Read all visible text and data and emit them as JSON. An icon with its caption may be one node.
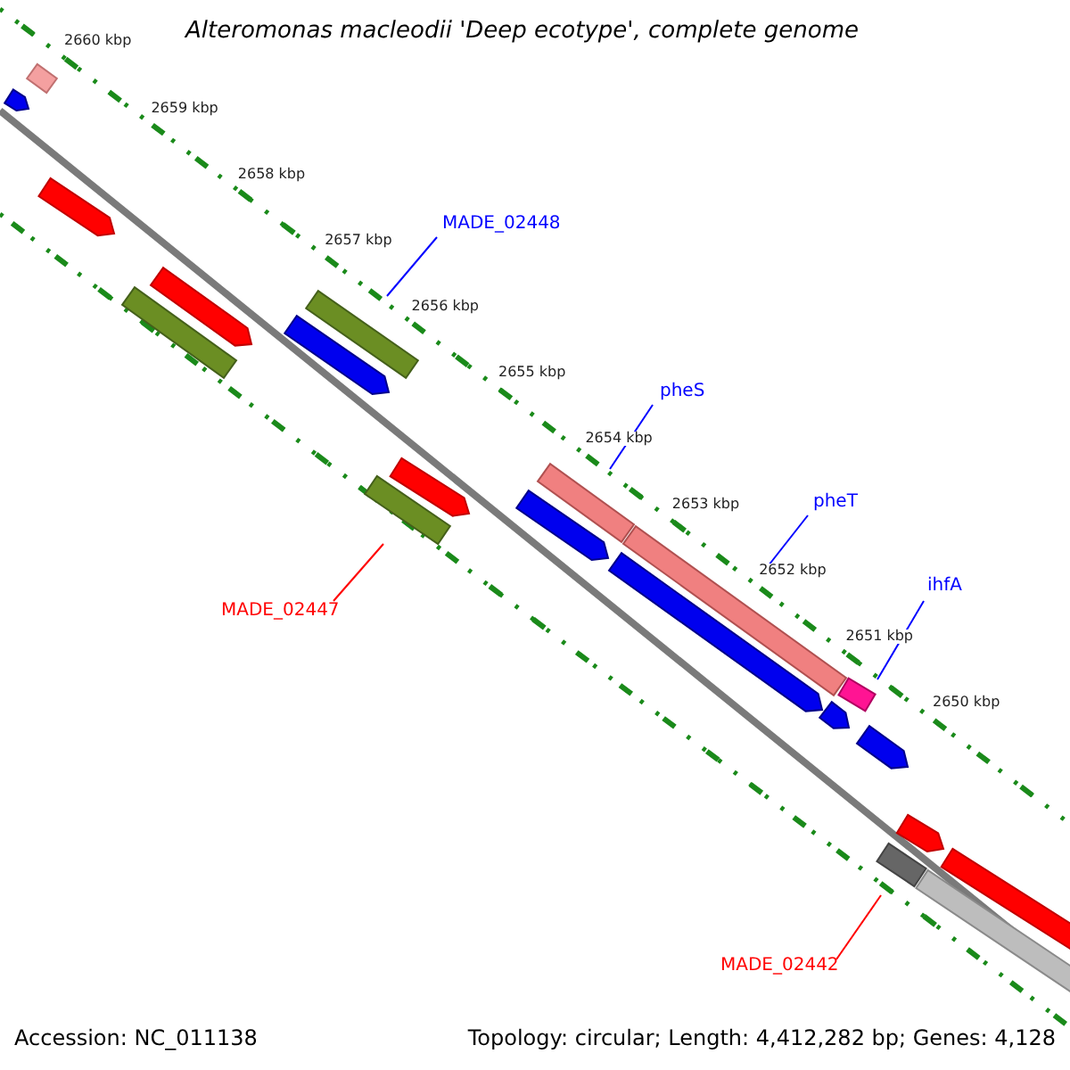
{
  "diagram": {
    "title": "Alteromonas macleodii 'Deep ecotype', complete genome",
    "nodes": [
      {
        "text": [
          "MADE_02448"
        ]
      },
      {
        "text": [],
        "shape": "bar"
      },
      {
        "text": [
          "pheS"
        ]
      },
      {
        "text": [],
        "shape": "bar"
      },
      {
        "text": [
          "pheT"
        ]
      },
      {
        "text": [],
        "shape": "bar"
      },
      {
        "text": [
          "ihfA"
        ]
      },
      {
        "text": [],
        "shape": "bar"
      },
      {
        "text": [
          "MADE_02447"
        ]
      },
      {
        "text": [],
        "shape": "bar"
      },
      {
        "text": [
          "MADE_02442"
        ]
      },
      {
        "text": [],
        "shape": "bar"
      },
      {
        "text": [],
        "shape": "bar"
      },
      {
        "text": [],
        "shape": "bar"
      },
      {
        "text": [],
        "shape": "bar"
      },
      {
        "text": [],
        "shape": "bar"
      },
      {
        "text": [],
        "shape": "bar"
      },
      {
        "text": [],
        "shape": "bar"
      },
      {
        "text": [],
        "shape": "bar"
      },
      {
        "text": [],
        "shape": "bar"
      },
      {
        "text": [],
        "shape": "bar"
      },
      {
        "text": [],
        "shape": "bar"
      },
      {
        "text": [],
        "shape": "bar"
      },
      {
        "text": [],
        "shape": "bar"
      },
      {
        "text": [],
        "shape": "bar"
      },
      {
        "text": [],
        "shape": "bar"
      }
    ],
    "edges": [
      {
        "from": 0,
        "to": 1,
        "arrow": "none"
      },
      {
        "from": 2,
        "to": 3,
        "arrow": "none"
      },
      {
        "from": 4,
        "to": 5,
        "arrow": "none"
      },
      {
        "from": 6,
        "to": 7,
        "arrow": "none"
      },
      {
        "from": 8,
        "to": 9,
        "arrow": "none",
        "color": "#ff0000"
      },
      {
        "from": 10,
        "to": 11,
        "arrow": "none",
        "color": "#ff0000"
      }
    ],
    "labels": [
      "2660 kbp",
      "2659 kbp",
      "2658 kbp",
      "2657 kbp",
      "2656 kbp",
      "2655 kbp",
      "2654 kbp",
      "2653 kbp",
      "2652 kbp",
      "2651 kbp",
      "2650 kbp",
      "Accession: NC_011138",
      "Topology: circular; Length: 4,412,282 bp; Genes: 4,128"
    ]
  }
}
